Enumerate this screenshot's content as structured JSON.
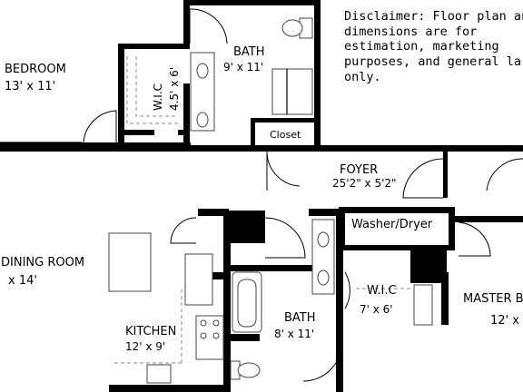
{
  "disclaimer": [
    "Disclaimer: Floor plan and",
    "dimensions are for",
    "estimation, marketing",
    "purposes, and general la",
    "only."
  ],
  "rooms": {
    "bedroom": {
      "name": "BEDROOM",
      "dims": "13' x 11'"
    },
    "wic_top": {
      "name": "W.I.C",
      "dims": "4.5' x 6'"
    },
    "bath_top": {
      "name": "BATH",
      "dims": "9' x 11'"
    },
    "closet": {
      "name": "Closet"
    },
    "foyer": {
      "name": "FOYER",
      "dims": "25'2\" x 5'2\""
    },
    "washer": {
      "name": "Washer/Dryer"
    },
    "dining": {
      "name": "DINING ROOM",
      "dims": "x 14'"
    },
    "kitchen": {
      "name": "KITCHEN",
      "dims": "12' x 9'"
    },
    "bath_bottom": {
      "name": "BATH",
      "dims": "8' x 11'"
    },
    "wic_bottom": {
      "name": "W.I.C",
      "dims": "7' x 6'"
    },
    "master": {
      "name": "MASTER B",
      "dims": "12' x"
    }
  },
  "colors": {
    "wall": "#000000",
    "background": "#ffffff",
    "fixture_line": "#444444",
    "dashed_line": "#8a8a8a"
  }
}
